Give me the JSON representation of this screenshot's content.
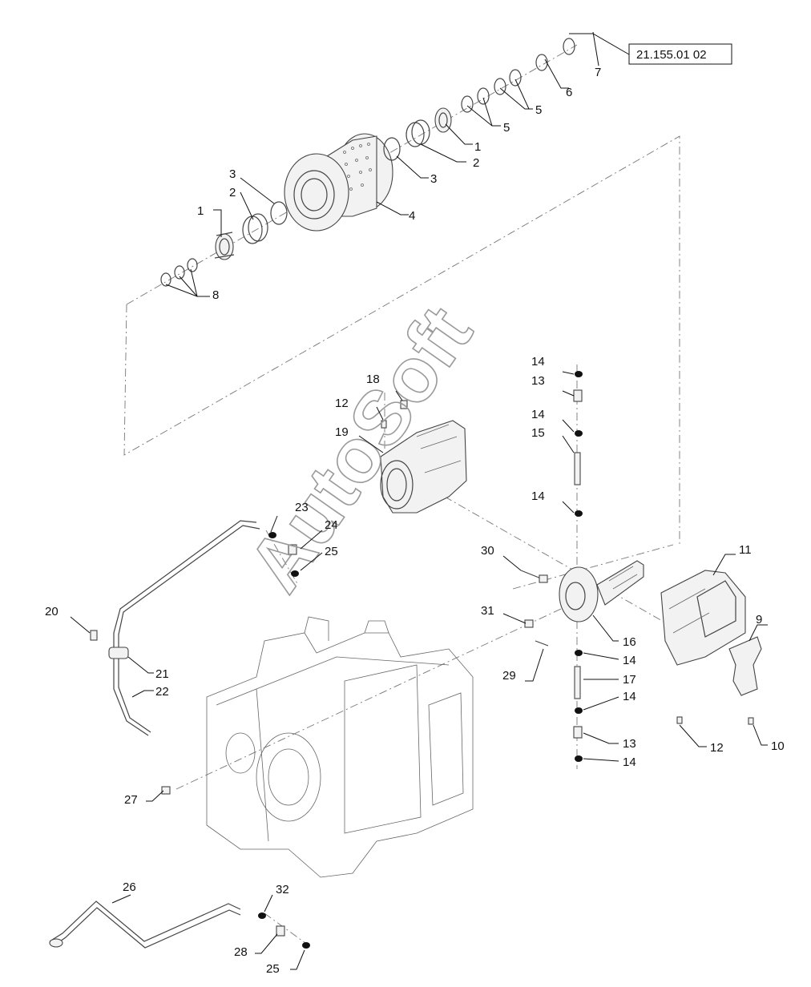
{
  "reference": "21.155.01 02",
  "watermark": "AutoSoft",
  "callouts": {
    "c1a": "1",
    "c1b": "1",
    "c2a": "2",
    "c2b": "2",
    "c3a": "3",
    "c3b": "3",
    "c4": "4",
    "c5a": "5",
    "c5b": "5",
    "c6": "6",
    "c7": "7",
    "c8": "8",
    "c9": "9",
    "c10": "10",
    "c11": "11",
    "c12a": "12",
    "c12b": "12",
    "c13a": "13",
    "c13b": "13",
    "c14a": "14",
    "c14b": "14",
    "c14c": "14",
    "c14d": "14",
    "c14e": "14",
    "c14f": "14",
    "c15": "15",
    "c16": "16",
    "c17": "17",
    "c18": "18",
    "c19": "19",
    "c20": "20",
    "c21": "21",
    "c22": "22",
    "c23": "23",
    "c24": "24",
    "c25a": "25",
    "c25b": "25",
    "c26": "26",
    "c27": "27",
    "c28": "28",
    "c29": "29",
    "c30": "30",
    "c31": "31",
    "c32": "32"
  }
}
